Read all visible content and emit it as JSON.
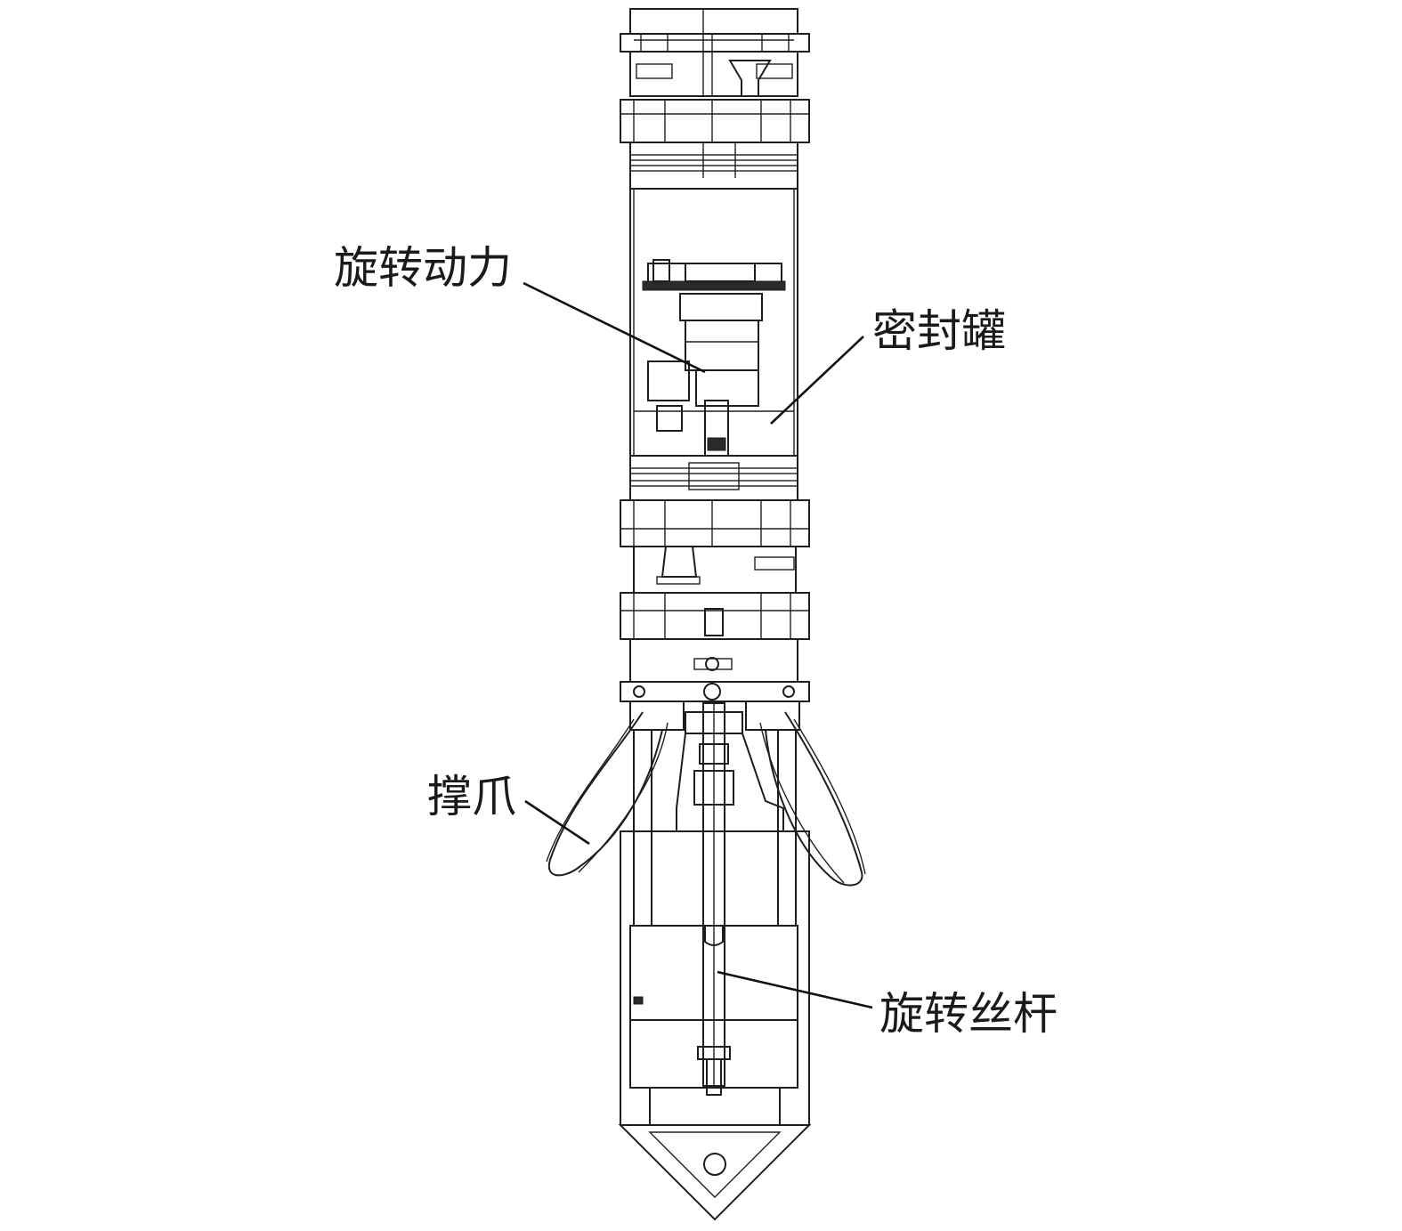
{
  "labels": {
    "rotary_power": "旋转动力",
    "seal_tank": "密封罐",
    "support_claw": "撑爪",
    "rotary_screw": "旋转丝杆"
  }
}
